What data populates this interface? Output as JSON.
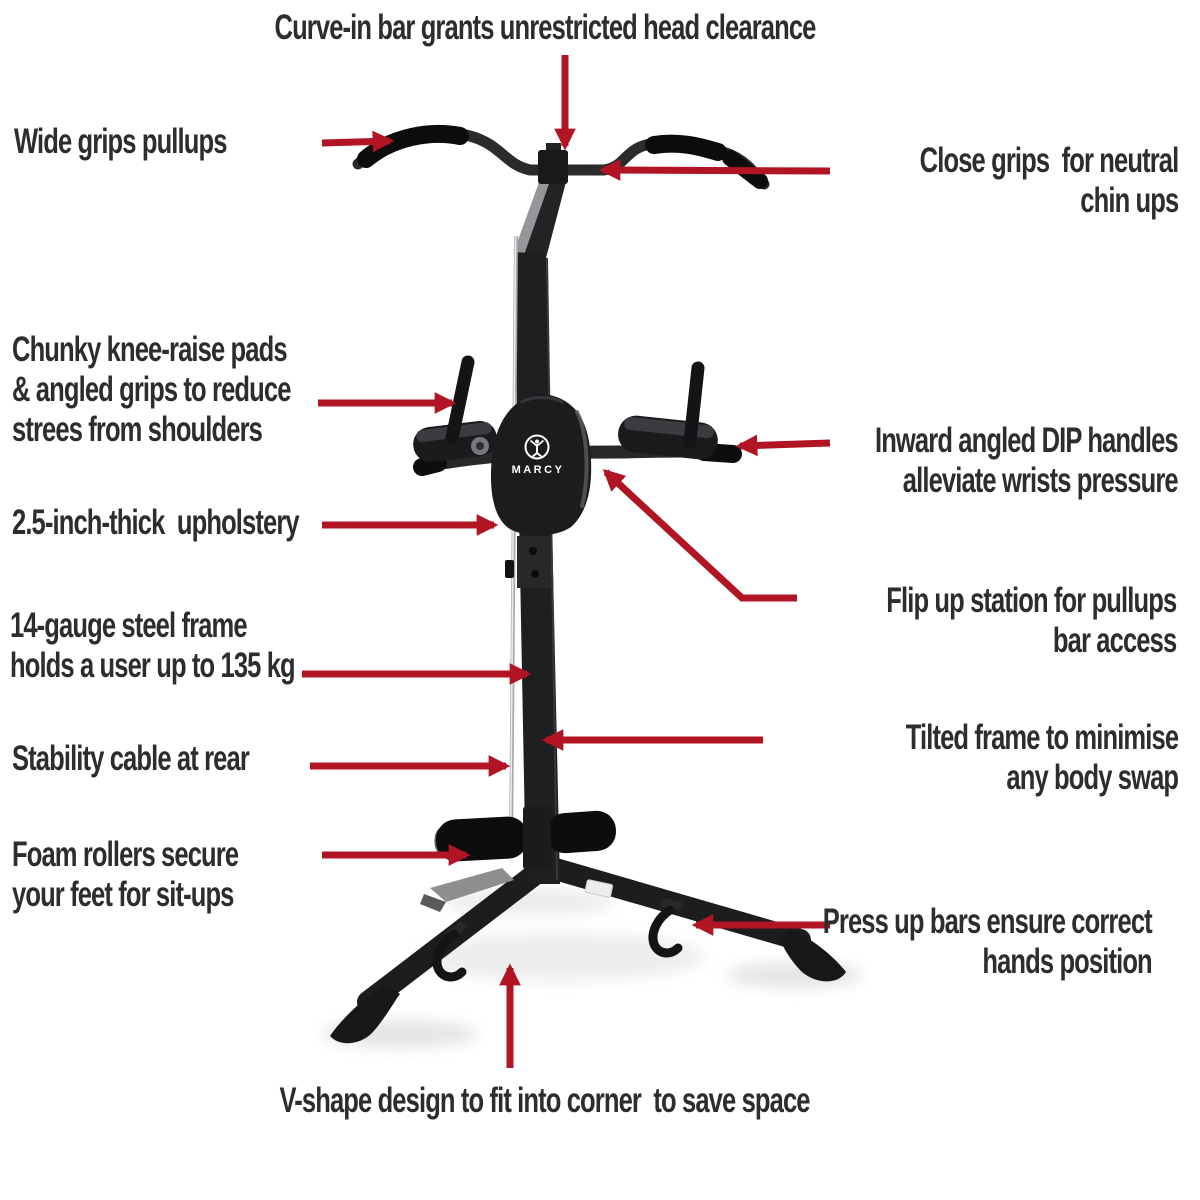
{
  "title": "Marcy power tower feature diagram",
  "brand": {
    "logo_text": "MARCY"
  },
  "colors": {
    "background": "#ffffff",
    "arrow_red": "#b11422",
    "label_text": "#2d2d2d",
    "frame_dark": "#1f1f21"
  },
  "callouts": {
    "head_clearance": {
      "lines": [
        "Curve-in bar grants unrestricted head clearance"
      ]
    },
    "wide_grips": {
      "lines": [
        "Wide grips pullups"
      ]
    },
    "close_grips": {
      "lines": [
        "Close grips  for neutral",
        "chin ups"
      ]
    },
    "knee_raise": {
      "lines": [
        "Chunky knee-raise pads",
        "& angled grips to reduce",
        "strees from shoulders"
      ]
    },
    "upholstery": {
      "lines": [
        "2.5-inch-thick  upholstery"
      ]
    },
    "steel_frame": {
      "lines": [
        "14-gauge steel frame",
        "holds a user up to 135 kg"
      ]
    },
    "stability_cable": {
      "lines": [
        "Stability cable at rear"
      ]
    },
    "foam_rollers": {
      "lines": [
        "Foam rollers secure",
        "your feet for sit-ups"
      ]
    },
    "dip_handles": {
      "lines": [
        "Inward angled DIP handles",
        "alleviate wrists pressure"
      ]
    },
    "flip_up": {
      "lines": [
        "Flip up station for pullups",
        "bar access"
      ]
    },
    "tilted_frame": {
      "lines": [
        "Tilted frame to minimise",
        "any body swap"
      ]
    },
    "press_up": {
      "lines": [
        "Press up bars ensure correct",
        "hands position"
      ]
    },
    "v_shape": {
      "lines": [
        "V-shape design to fit into corner  to save space"
      ]
    }
  }
}
